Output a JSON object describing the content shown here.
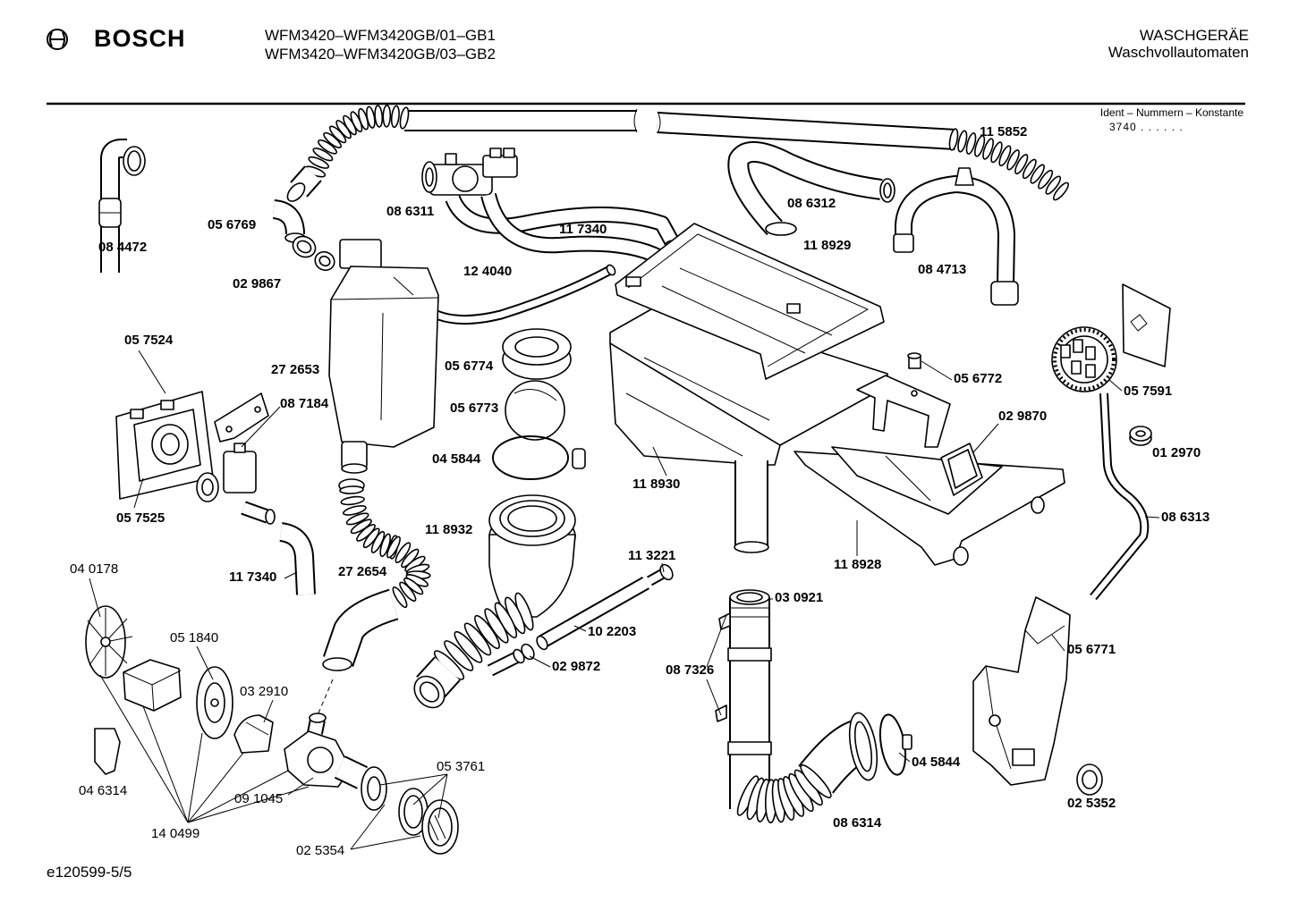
{
  "header": {
    "brand": "BOSCH",
    "models": [
      "WFM3420–WFM3420GB/01–GB1",
      "WFM3420–WFM3420GB/03–GB2"
    ],
    "category": "WASCHGERÄE",
    "subcategory": "Waschvollautomaten",
    "ident_label": "Ident – Nummern – Konstante",
    "ident_value": "3740 . . . . . ."
  },
  "part_numbers": [
    "08 4472",
    "05 6769",
    "02 9867",
    "08 6311",
    "11 7340",
    "12 4040",
    "08 6312",
    "11 8929",
    "08 4713",
    "11 5852",
    "05 7524",
    "27 2653",
    "08 7184",
    "05 6774",
    "05 6773",
    "04 5844",
    "05 6772",
    "05 7591",
    "02 9870",
    "01 2970",
    "11 8930",
    "05 7525",
    "11 8932",
    "08 6313",
    "27 2654",
    "11 7340",
    "11 3221",
    "11 8928",
    "03 0921",
    "10 2203",
    "02 9872",
    "08 7326",
    "05 6771",
    "04 5844",
    "08 6314",
    "02 5352",
    "04 0178",
    "05 1840",
    "03 2910",
    "04 6314",
    "09 1045",
    "05 3761",
    "14 0499",
    "02 5354"
  ],
  "footer": {
    "drawing_id": "e120599-5/5"
  },
  "colors": {
    "ink": "#000000",
    "paper": "#ffffff"
  },
  "icons": {
    "logo": "bosch-armature-icon"
  }
}
